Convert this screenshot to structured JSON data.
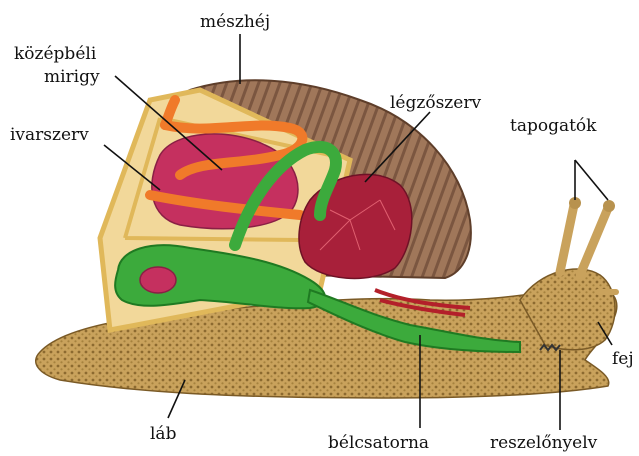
{
  "labels": {
    "meszhej": "mészhéj",
    "kozepbeli_line1": "középbéli",
    "kozepbeli_line2": "mirigy",
    "ivarszerv": "ivarszerv",
    "legzoszerv": "légzőszerv",
    "tapogatok": "tapogatók",
    "fej": "fej",
    "lab": "láb",
    "belcsatorna": "bélcsatorna",
    "reszelonyelv": "reszelőnyelv"
  },
  "colors": {
    "foot": "#c9a25c",
    "foot_dots": "#8c6a30",
    "shell": "#a0775a",
    "shell_ridge": "#6e4a34",
    "cavity": "#f2d89a",
    "shell_rim": "#e0b85a",
    "gland": "#c5305f",
    "gonad_tube": "#f07a2a",
    "lung": "#a8203a",
    "gut": "#3caa3c",
    "gut_dark": "#1f7a22",
    "leader": "#111111"
  }
}
